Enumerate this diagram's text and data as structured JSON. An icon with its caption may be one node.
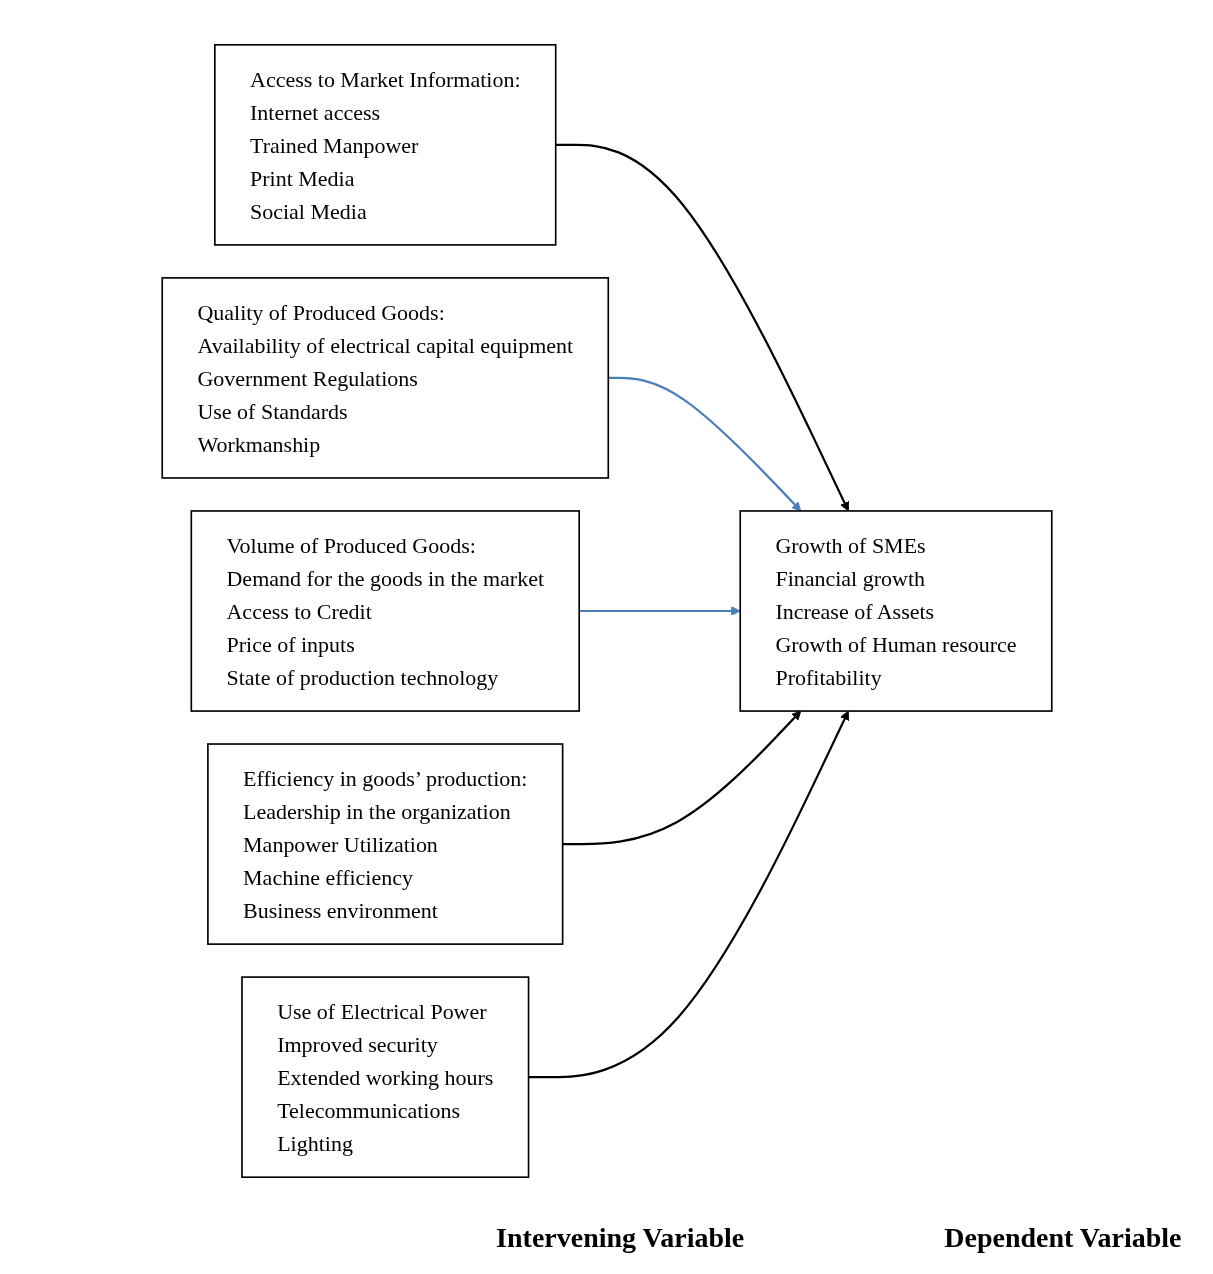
{
  "diagram": {
    "nodes": [
      {
        "text": [
          "Access to Market Information:",
          "Internet access",
          "Trained Manpower",
          "Print Media",
          "Social Media"
        ]
      },
      {
        "text": [
          "Quality of Produced Goods:",
          "Availability of electrical capital equipment",
          "Government Regulations",
          "Use of Standards",
          "Workmanship"
        ]
      },
      {
        "text": [
          "Volume of Produced Goods:",
          "Demand for the goods in the market",
          "Access to Credit",
          "Price of inputs",
          "State of production technology"
        ]
      },
      {
        "text": [
          "Efficiency in goods’ production:",
          "Leadership in the organization",
          "Manpower Utilization",
          "Machine efficiency",
          "Business environment"
        ]
      },
      {
        "text": [
          "Use of Electrical Power",
          "Improved security",
          "Extended working hours",
          "Telecommunications",
          "Lighting"
        ]
      },
      {
        "text": [
          "Growth of SMEs",
          "Financial growth",
          "Increase of Assets",
          "Growth of Human resource",
          "Profitability"
        ]
      }
    ],
    "edges": [
      {
        "from": 0,
        "to": 5,
        "arrow": "to"
      },
      {
        "from": 1,
        "to": 5,
        "arrow": "to",
        "color": "#4a7ebb"
      },
      {
        "from": 2,
        "to": 5,
        "arrow": "to",
        "color": "#4a7ebb"
      },
      {
        "from": 3,
        "to": 5,
        "arrow": "to"
      },
      {
        "from": 4,
        "to": 5,
        "arrow": "to"
      }
    ],
    "labels": [
      "Intervening Variable",
      "Dependent Variable"
    ]
  }
}
